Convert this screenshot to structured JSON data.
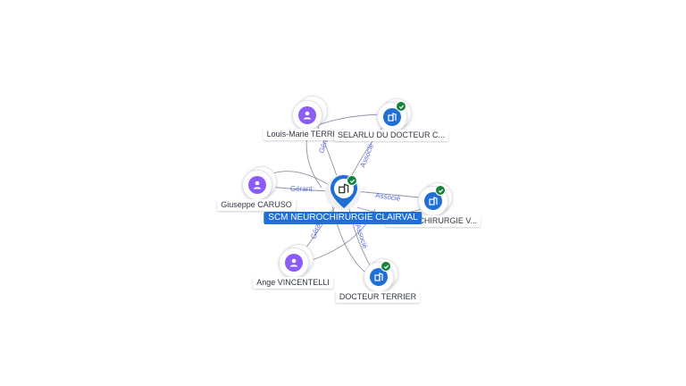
{
  "colors": {
    "person": "#8b5cf6",
    "company": "#1f6fd6",
    "verified": "#14833b",
    "edge": "#8a93a6",
    "edge_label": "#5b6cd6"
  },
  "center": {
    "label": "SCM NEUROCHIRURGIE CLAIRVAL",
    "icon": "building-icon",
    "verified": true
  },
  "nodes": {
    "louis": {
      "label": "Louis-Marie TERRIER",
      "type": "person",
      "icon": "person-icon"
    },
    "selarlu": {
      "label": "SELARLU DU DOCTEUR C...",
      "type": "company",
      "icon": "building-icon",
      "verified": true
    },
    "giuseppe": {
      "label": "Giuseppe CARUSO",
      "type": "person",
      "icon": "person-icon"
    },
    "neurov": {
      "label": "NEUROCHIRURGIE V...",
      "type": "company",
      "icon": "building-icon",
      "verified": true
    },
    "ange": {
      "label": "Ange VINCENTELLI",
      "type": "person",
      "icon": "person-icon"
    },
    "docteur": {
      "label": "DOCTEUR TERRIER",
      "type": "company",
      "icon": "building-icon",
      "verified": true
    }
  },
  "edges": {
    "louis": "Gérant",
    "selarlu": "Associé",
    "giuseppe": "Gérant",
    "neurov": "Associé",
    "ange": "Gérant",
    "docteur": "Associé"
  }
}
